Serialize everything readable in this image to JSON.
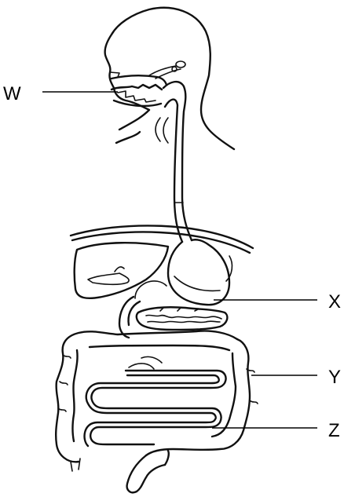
{
  "labels": {
    "w": "W",
    "x": "X",
    "y": "Y",
    "z": "Z"
  }
}
